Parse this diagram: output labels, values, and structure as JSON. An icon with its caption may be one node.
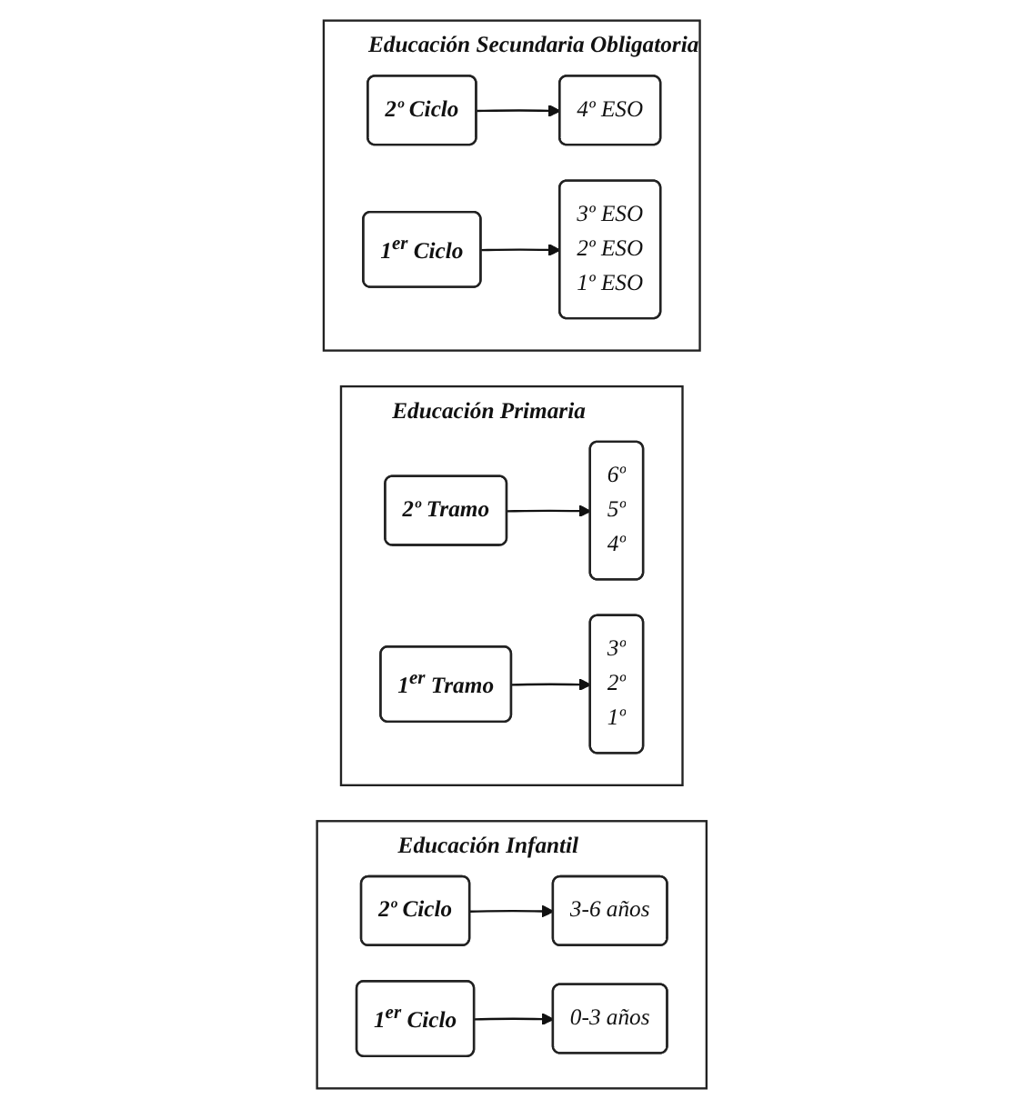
{
  "diagram": {
    "nodes": [
      {
        "text": [
          "Educación Secundaria Obligatoria"
        ]
      },
      {
        "text": [
          "2º Ciclo"
        ],
        "in": 0
      },
      {
        "text": [
          "4º ESO"
        ],
        "in": 0
      },
      {
        "text": [
          "1$^{er}$ Ciclo"
        ],
        "in": 0
      },
      {
        "text": [
          "3º ESO",
          "2º ESO",
          "1º ESO"
        ],
        "in": 0
      },
      {
        "text": [
          "Educación Primaria"
        ]
      },
      {
        "text": [
          "2º Tramo"
        ],
        "in": 5
      },
      {
        "text": [
          "6º",
          "5º",
          "4º"
        ],
        "in": 5
      },
      {
        "text": [
          "1$^{er}$ Tramo"
        ],
        "in": 5
      },
      {
        "text": [
          "3º",
          "2º",
          "1º"
        ],
        "in": 5
      },
      {
        "text": [
          "Educación Infantil"
        ]
      },
      {
        "text": [
          "2º Ciclo"
        ],
        "in": 10
      },
      {
        "text": [
          "3-6 años"
        ],
        "in": 10
      },
      {
        "text": [
          "1$^{er}$ Ciclo"
        ],
        "in": 10
      },
      {
        "text": [
          "0-3 años"
        ],
        "in": 10
      }
    ],
    "edges": [
      {
        "from": 1,
        "to": 2,
        "arrow": "to"
      },
      {
        "from": 3,
        "to": 4,
        "arrow": "to"
      },
      {
        "from": 6,
        "to": 7,
        "arrow": "to"
      },
      {
        "from": 8,
        "to": 9,
        "arrow": "to"
      },
      {
        "from": 11,
        "to": 12,
        "arrow": "to"
      },
      {
        "from": 13,
        "to": 14,
        "arrow": "to"
      }
    ]
  }
}
